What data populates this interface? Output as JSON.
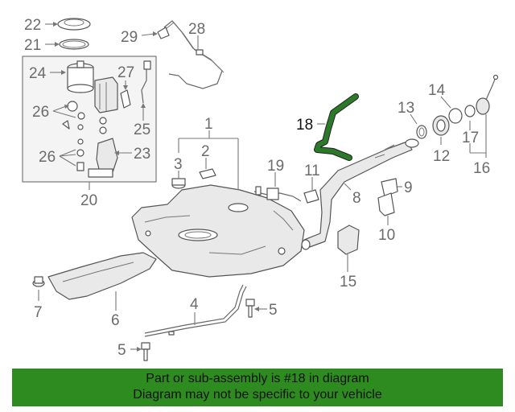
{
  "callouts": [
    {
      "id": "22",
      "text": "22"
    },
    {
      "id": "21",
      "text": "21"
    },
    {
      "id": "24",
      "text": "24"
    },
    {
      "id": "27",
      "text": "27"
    },
    {
      "id": "26a",
      "text": "26"
    },
    {
      "id": "25",
      "text": "25"
    },
    {
      "id": "26b",
      "text": "26"
    },
    {
      "id": "23",
      "text": "23"
    },
    {
      "id": "20",
      "text": "20"
    },
    {
      "id": "29",
      "text": "29"
    },
    {
      "id": "28",
      "text": "28"
    },
    {
      "id": "1",
      "text": "1"
    },
    {
      "id": "3",
      "text": "3"
    },
    {
      "id": "2",
      "text": "2"
    },
    {
      "id": "18",
      "text": "18"
    },
    {
      "id": "13",
      "text": "13"
    },
    {
      "id": "14",
      "text": "14"
    },
    {
      "id": "12",
      "text": "12"
    },
    {
      "id": "17",
      "text": "17"
    },
    {
      "id": "16",
      "text": "16"
    },
    {
      "id": "19",
      "text": "19"
    },
    {
      "id": "11",
      "text": "11"
    },
    {
      "id": "9",
      "text": "9"
    },
    {
      "id": "8",
      "text": "8"
    },
    {
      "id": "10",
      "text": "10"
    },
    {
      "id": "15",
      "text": "15"
    },
    {
      "id": "7",
      "text": "7"
    },
    {
      "id": "6",
      "text": "6"
    },
    {
      "id": "4",
      "text": "4"
    },
    {
      "id": "5a",
      "text": "5"
    },
    {
      "id": "5b",
      "text": "5"
    }
  ],
  "highlight": {
    "part": "18",
    "color": "#2a7a2a"
  },
  "banner": {
    "line1": "Part or sub-assembly is #18 in diagram",
    "line2": "Diagram may not be specific to your vehicle",
    "color": "#2e8b1f"
  }
}
